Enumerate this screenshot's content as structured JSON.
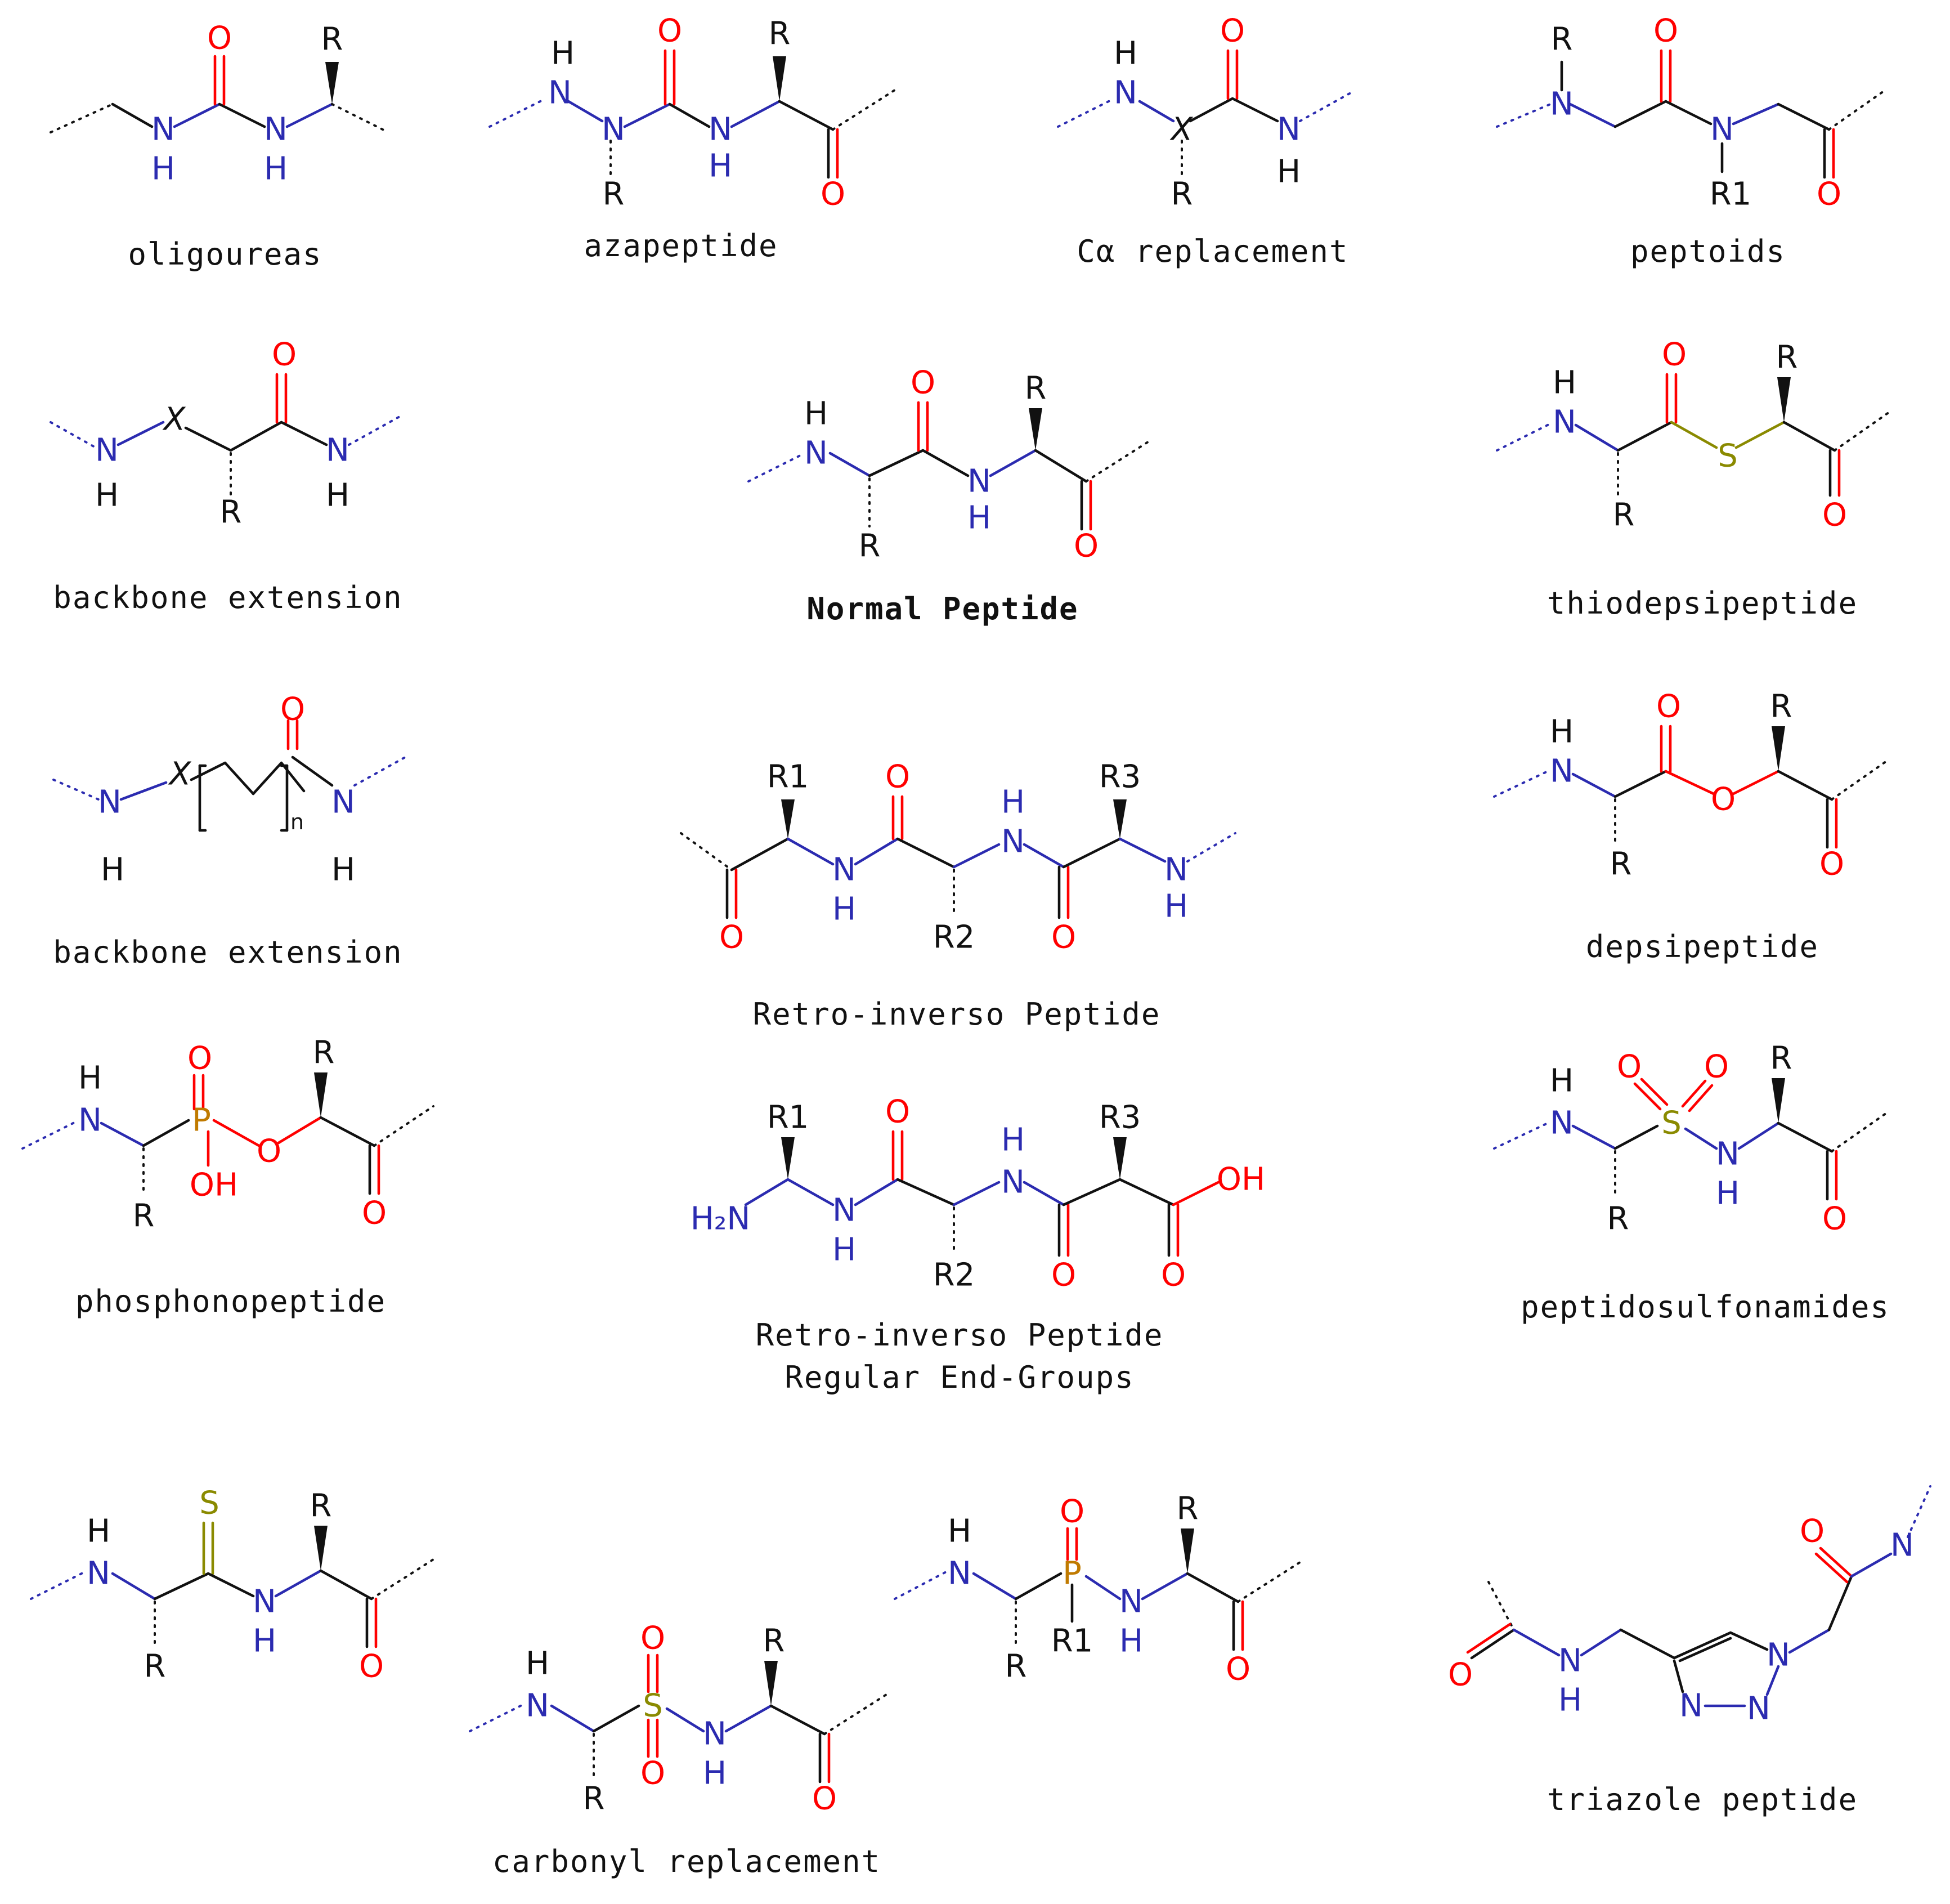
{
  "colors": {
    "carbon": "#111111",
    "nitrogen": "#2b2bb0",
    "oxygen": "#ff0000",
    "sulfur": "#8a8a00",
    "phosphorus": "#c07a00"
  },
  "captions": {
    "oligoureas": "oligoureas",
    "azapeptide": "azapeptide",
    "ca_replacement": "Cα replacement",
    "peptoids": "peptoids",
    "backbone_extension_1": "backbone extension",
    "normal_peptide": "Normal Peptide",
    "thiodepsipeptide": "thiodepsipeptide",
    "backbone_extension_2": "backbone extension",
    "retro_inverso": "Retro-inverso Peptide",
    "depsipeptide": "depsipeptide",
    "phosphonopeptide": "phosphonopeptide",
    "retro_inverso_end_line1": "Retro-inverso Peptide",
    "retro_inverso_end_line2": "Regular End-Groups",
    "peptidosulfonamides": "peptidosulfonamides",
    "carbonyl_replacement": "carbonyl replacement",
    "triazole_peptide": "triazole peptide"
  },
  "atoms": {
    "O": "O",
    "N": "N",
    "H": "H",
    "R": "R",
    "R1": "R1",
    "R2": "R2",
    "R3": "R3",
    "X": "X",
    "S": "S",
    "P": "P",
    "OH": "OH",
    "H2N": "H₂N",
    "n": "n"
  }
}
